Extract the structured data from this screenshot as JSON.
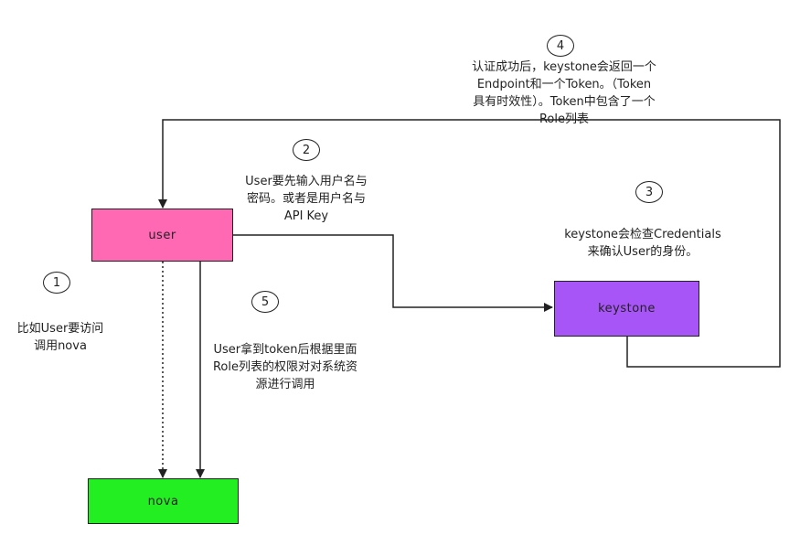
{
  "colors": {
    "user_fill": "#ff69b4",
    "keystone_fill": "#a855f7",
    "nova_fill": "#22ee22",
    "stroke": "#222222"
  },
  "nodes": {
    "user": {
      "label": "user"
    },
    "keystone": {
      "label": "keystone"
    },
    "nova": {
      "label": "nova"
    }
  },
  "steps": [
    {
      "number": "1",
      "lines": [
        "比如User要访问",
        "调用nova"
      ]
    },
    {
      "number": "2",
      "lines": [
        "User要先输入用户名与",
        "密码。或者是用户名与",
        "API Key"
      ]
    },
    {
      "number": "3",
      "lines": [
        "keystone会检查Credentials",
        "来确认User的身份。"
      ]
    },
    {
      "number": "4",
      "lines": [
        "认证成功后，keystone会返回一个",
        "Endpoint和一个Token。（Token",
        "具有时效性）。Token中包含了一个",
        "Role列表"
      ]
    },
    {
      "number": "5",
      "lines": [
        "User拿到token后根据里面",
        "Role列表的权限对对系统资",
        "源进行调用"
      ]
    }
  ]
}
